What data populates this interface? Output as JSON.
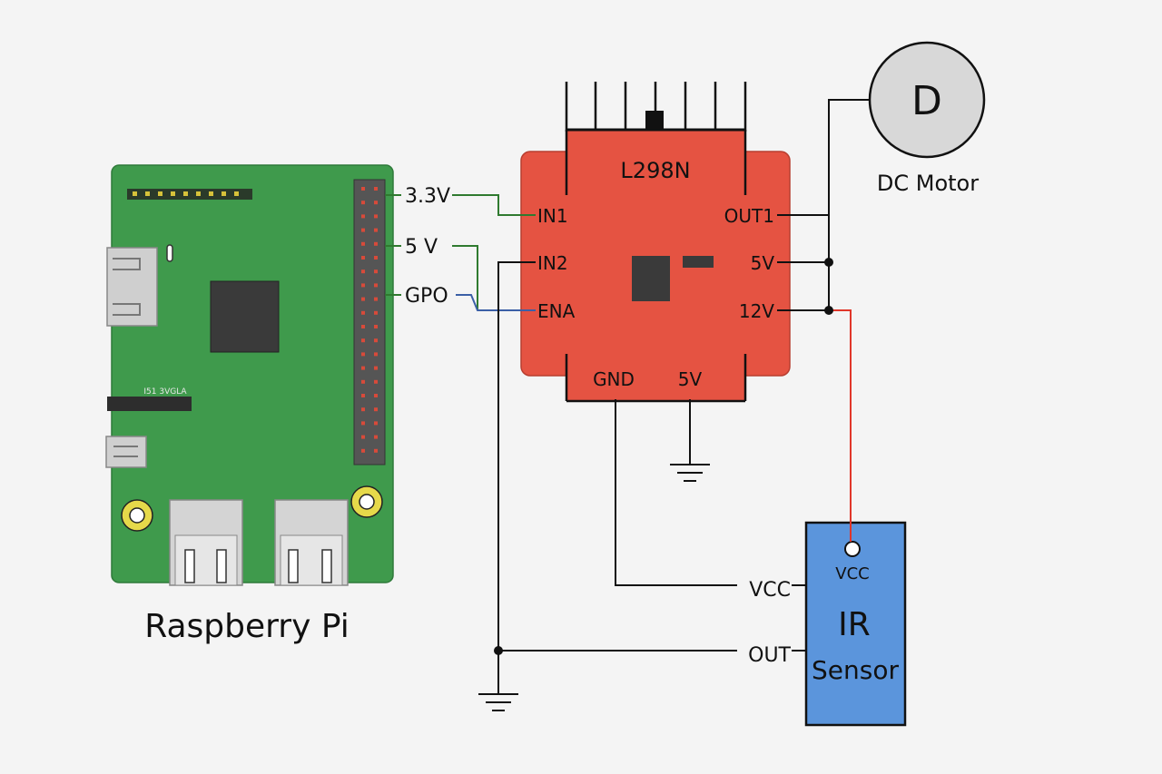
{
  "colors": {
    "background": "#f4f4f4",
    "pi_board": "#3f9a4c",
    "l298n_board": "#e55342",
    "ir_sensor": "#5b95dc",
    "wire_black": "#111111",
    "wire_green": "#2f7a2f",
    "wire_blue": "#3b5fa6",
    "wire_red": "#e0362a"
  },
  "raspberry_pi": {
    "name": "Raspberry Pi",
    "chip_text": "I51 3VGLA",
    "pins": {
      "v33": "3.3V",
      "v5": "5 V",
      "gpio": "GPO"
    }
  },
  "l298n": {
    "title": "L298N",
    "pins": {
      "in1": "IN1",
      "in2": "IN2",
      "ena": "ENA",
      "out1": "OUT1",
      "v5_right": "5V",
      "v12": "12V",
      "gnd": "GND",
      "v5_bottom": "5V"
    }
  },
  "motor": {
    "symbol": "D",
    "name": "DC Motor"
  },
  "ir_sensor": {
    "title": "IR",
    "subtitle": "Sensor",
    "pin_vcc_inner": "VCC",
    "pin_vcc": "VCC",
    "pin_out": "OUT"
  },
  "icons": [
    "ground-symbol",
    "gpio-header",
    "usb-port",
    "hdmi-port",
    "mounting-hole"
  ]
}
